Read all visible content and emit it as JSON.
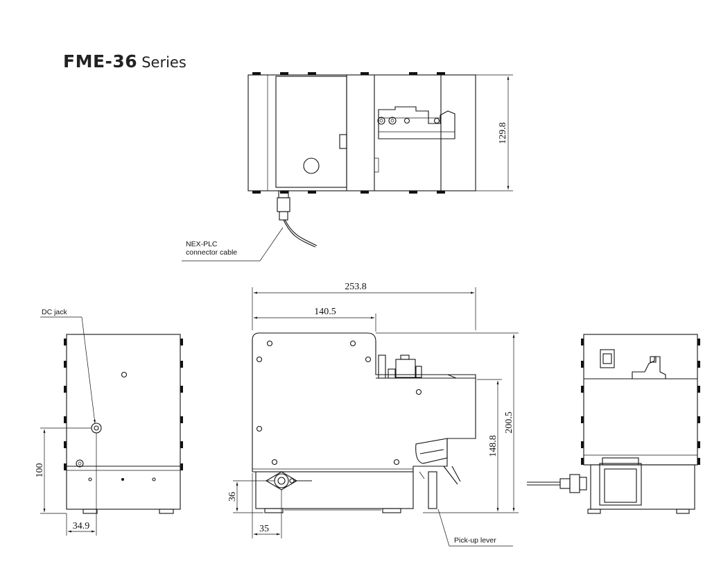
{
  "title": {
    "model": "FME-36",
    "series": "Series"
  },
  "dimensions": {
    "top_depth": "129.8",
    "overall_width": "253.8",
    "upper_width": "140.5",
    "overall_height": "200.5",
    "lower_height": "148.8",
    "foot_height": "36",
    "foot_offset": "35",
    "jack_height": "100",
    "jack_offset": "34.9"
  },
  "callouts": {
    "cable_line1": "NEX-PLC",
    "cable_line2": "connector cable",
    "dc_jack": "DC jack",
    "pickup_lever": "Pick-up lever"
  }
}
